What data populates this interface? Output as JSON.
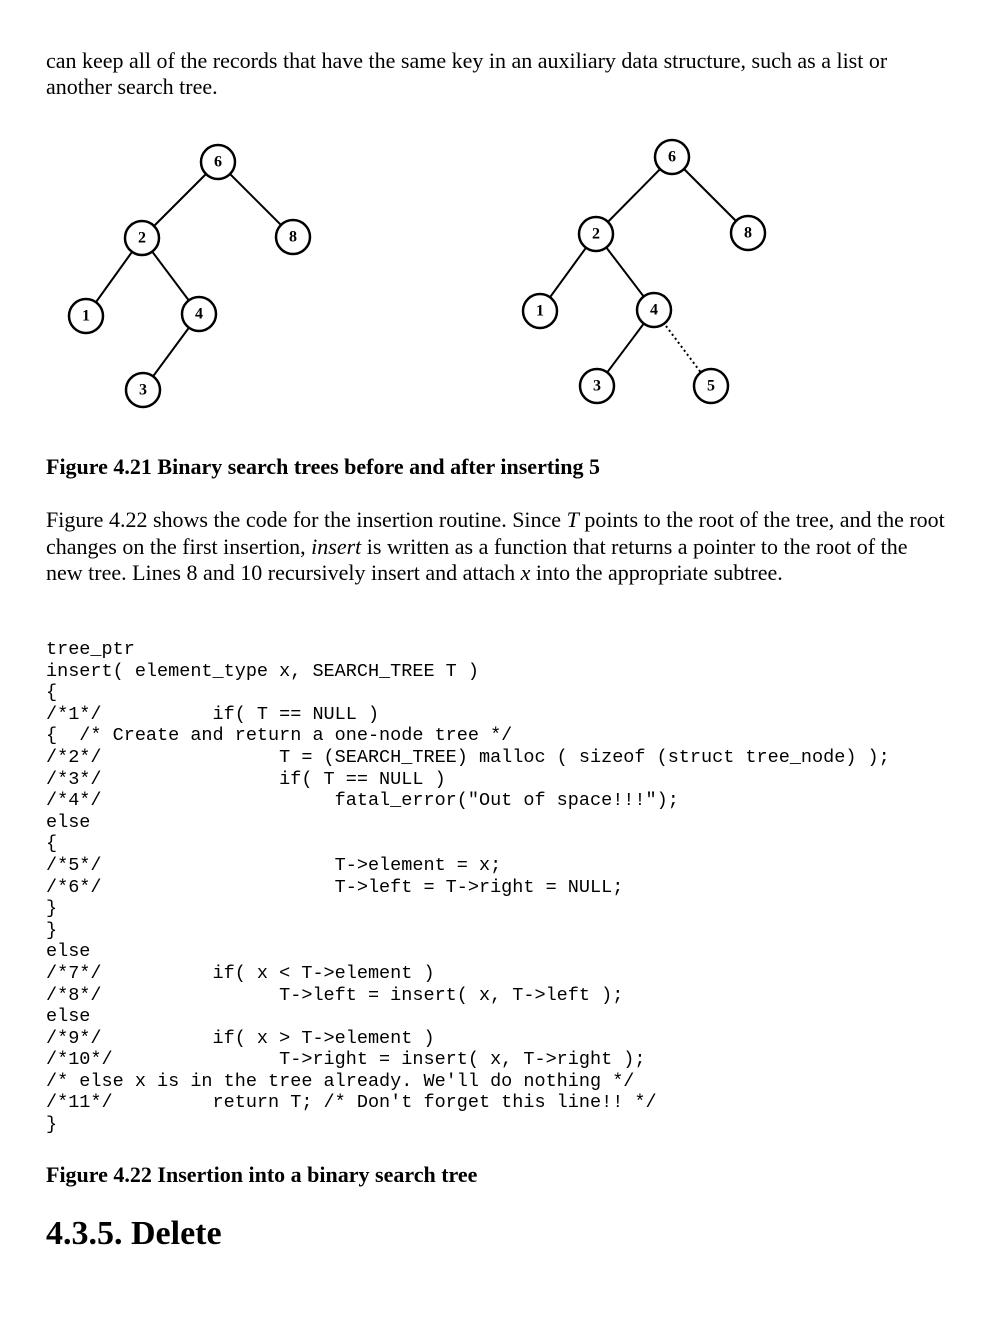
{
  "intro": "can keep all of the records that have the same key in an auxiliary data structure, such as a list or another search tree.",
  "tree_before": {
    "nodes": [
      "6",
      "2",
      "8",
      "1",
      "4",
      "3"
    ]
  },
  "tree_after": {
    "nodes": [
      "6",
      "2",
      "8",
      "1",
      "4",
      "3",
      "5"
    ]
  },
  "figure1_caption": "Figure 4.21 Binary search trees before and after inserting 5",
  "paragraph": {
    "p1": "Figure 4.22 shows the code for the insertion routine. Since ",
    "t": "T",
    "p2": " points to the root of the tree, and the root changes on the first insertion, ",
    "insert": "insert",
    "p3": " is written as a function that returns a pointer to the root of the new tree. Lines 8 and 10 recursively insert and attach ",
    "x": "x",
    "p4": " into the appropriate subtree."
  },
  "code_lines": [
    "tree_ptr",
    "insert( element_type x, SEARCH_TREE T )",
    "{",
    "/*1*/          if( T == NULL )",
    "{  /* Create and return a one-node tree */",
    "/*2*/                T = (SEARCH_TREE) malloc ( sizeof (struct tree_node) );",
    "/*3*/                if( T == NULL )",
    "/*4*/                     fatal_error(\"Out of space!!!\");",
    "else",
    "{",
    "/*5*/                     T->element = x;",
    "/*6*/                     T->left = T->right = NULL;",
    "}",
    "}",
    "else",
    "/*7*/          if( x < T->element )",
    "/*8*/                T->left = insert( x, T->left );",
    "else",
    "/*9*/          if( x > T->element )",
    "/*10*/               T->right = insert( x, T->right );",
    "/* else x is in the tree already. We'll do nothing */",
    "/*11*/         return T; /* Don't forget this line!! */",
    "}"
  ],
  "figure2_caption": "Figure 4.22 Insertion into a binary search tree",
  "section_heading": "4.3.5. Delete"
}
